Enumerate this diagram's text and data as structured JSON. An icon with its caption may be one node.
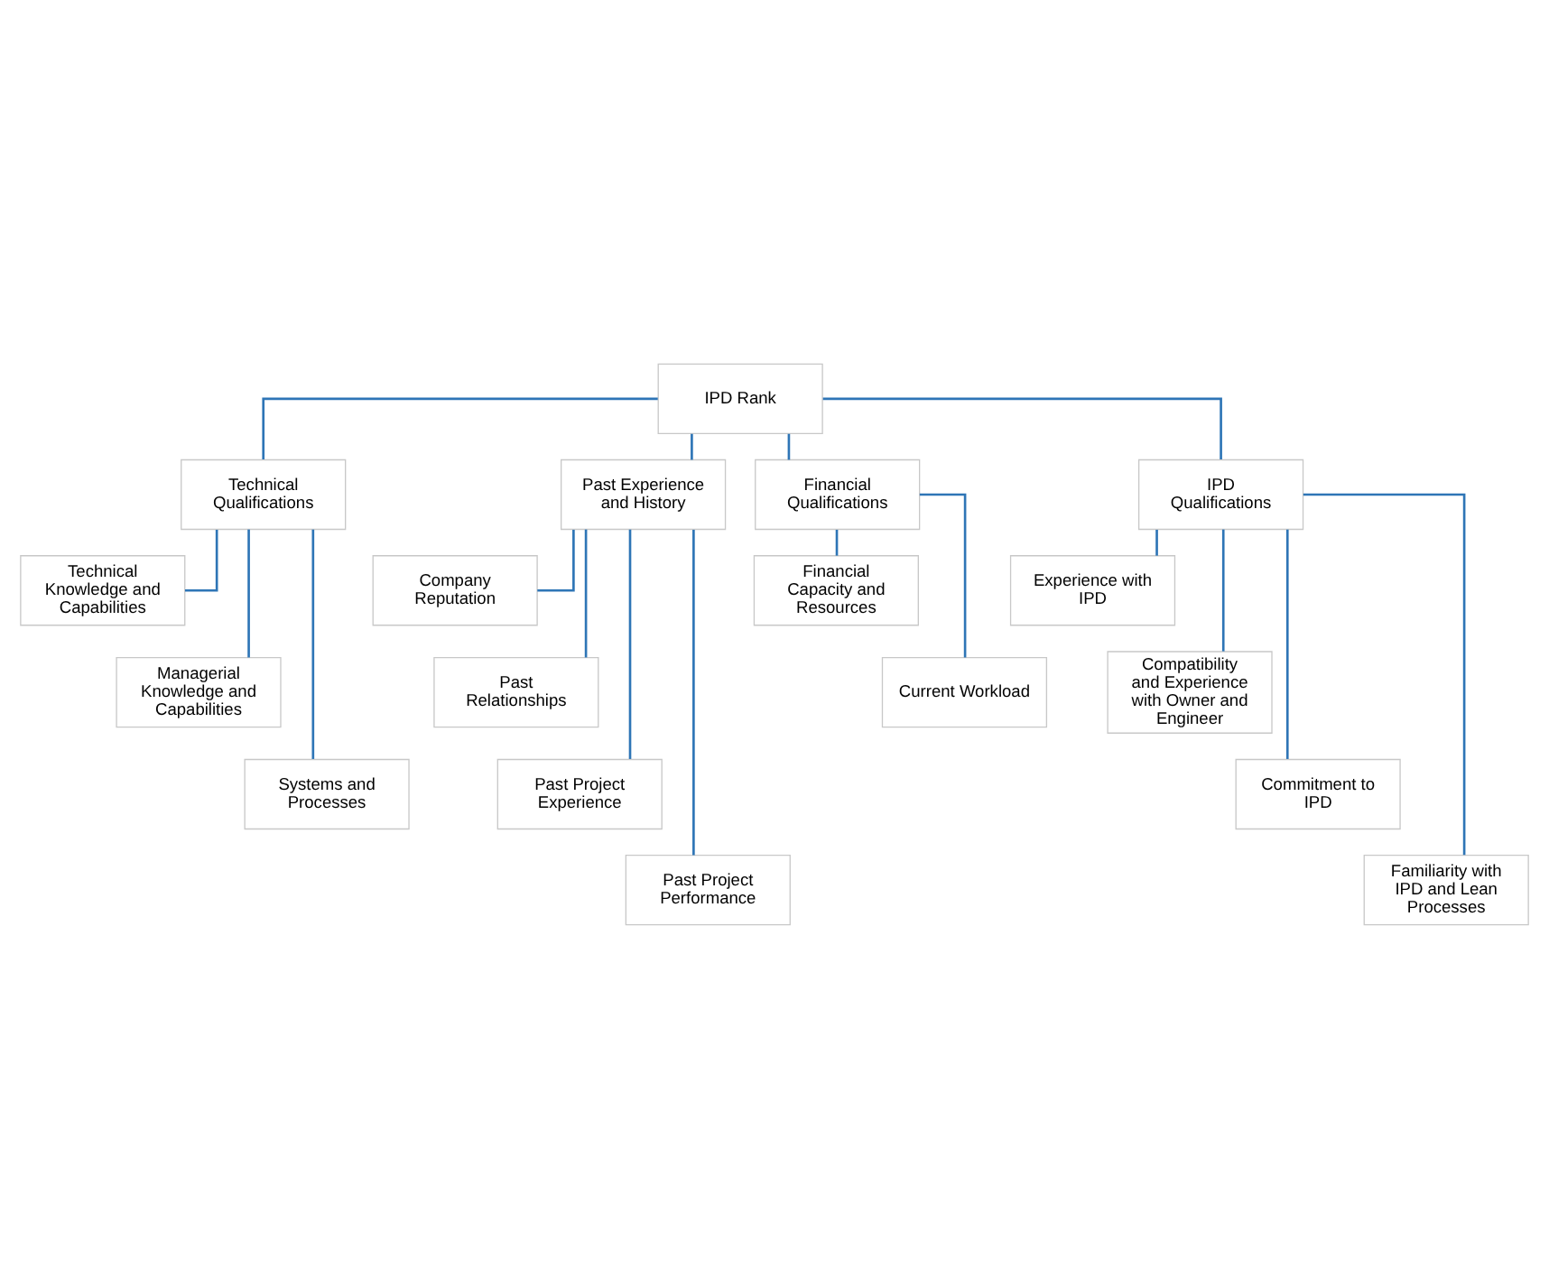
{
  "diagram": {
    "nodes": [
      {
        "text": [
          "IPD Rank"
        ]
      },
      {
        "text": [
          "Technical Qualifications"
        ]
      },
      {
        "text": [
          "Past Experience and History"
        ]
      },
      {
        "text": [
          "Financial Qualifications"
        ]
      },
      {
        "text": [
          "IPD Qualifications"
        ]
      },
      {
        "text": [
          "Technical Knowledge and Capabilities"
        ]
      },
      {
        "text": [
          "Managerial Knowledge and Capabilities"
        ]
      },
      {
        "text": [
          "Systems and Processes"
        ]
      },
      {
        "text": [
          "Company Reputation"
        ]
      },
      {
        "text": [
          "Past Relationships"
        ]
      },
      {
        "text": [
          "Past Project Experience"
        ]
      },
      {
        "text": [
          "Past Project Performance"
        ]
      },
      {
        "text": [
          "Financial Capacity and Resources"
        ]
      },
      {
        "text": [
          "Current Workload"
        ]
      },
      {
        "text": [
          "Experience with IPD"
        ]
      },
      {
        "text": [
          "Compatibility and Experience with Owner and Engineer"
        ]
      },
      {
        "text": [
          "Commitment to IPD"
        ]
      },
      {
        "text": [
          "Familiarity with IPD and Lean Processes"
        ]
      }
    ],
    "edges": [
      {
        "from": 0,
        "to": 1,
        "arrow": "none"
      },
      {
        "from": 0,
        "to": 2,
        "arrow": "none"
      },
      {
        "from": 0,
        "to": 3,
        "arrow": "none"
      },
      {
        "from": 0,
        "to": 4,
        "arrow": "none"
      },
      {
        "from": 1,
        "to": 5,
        "arrow": "none"
      },
      {
        "from": 1,
        "to": 6,
        "arrow": "none"
      },
      {
        "from": 1,
        "to": 7,
        "arrow": "none"
      },
      {
        "from": 2,
        "to": 8,
        "arrow": "none"
      },
      {
        "from": 2,
        "to": 9,
        "arrow": "none"
      },
      {
        "from": 2,
        "to": 10,
        "arrow": "none"
      },
      {
        "from": 2,
        "to": 11,
        "arrow": "none"
      },
      {
        "from": 3,
        "to": 12,
        "arrow": "none"
      },
      {
        "from": 3,
        "to": 13,
        "arrow": "none"
      },
      {
        "from": 4,
        "to": 14,
        "arrow": "none"
      },
      {
        "from": 4,
        "to": 15,
        "arrow": "none"
      },
      {
        "from": 4,
        "to": 16,
        "arrow": "none"
      },
      {
        "from": 4,
        "to": 17,
        "arrow": "none"
      }
    ]
  }
}
